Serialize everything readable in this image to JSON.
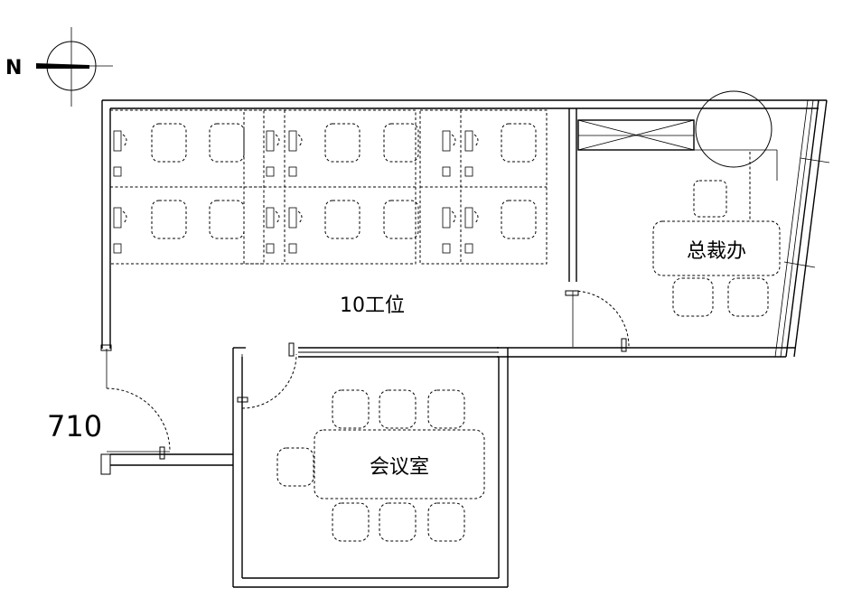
{
  "compass": {
    "letter": "N",
    "icon": "north-arrow-icon"
  },
  "unit": {
    "number": "710"
  },
  "rooms": {
    "open_office": {
      "label": "10工位",
      "seats": 10
    },
    "ceo_office": {
      "label": "总裁办"
    },
    "meeting_room": {
      "label": "会议室"
    }
  },
  "colors": {
    "line": "#000000",
    "background": "#ffffff"
  }
}
